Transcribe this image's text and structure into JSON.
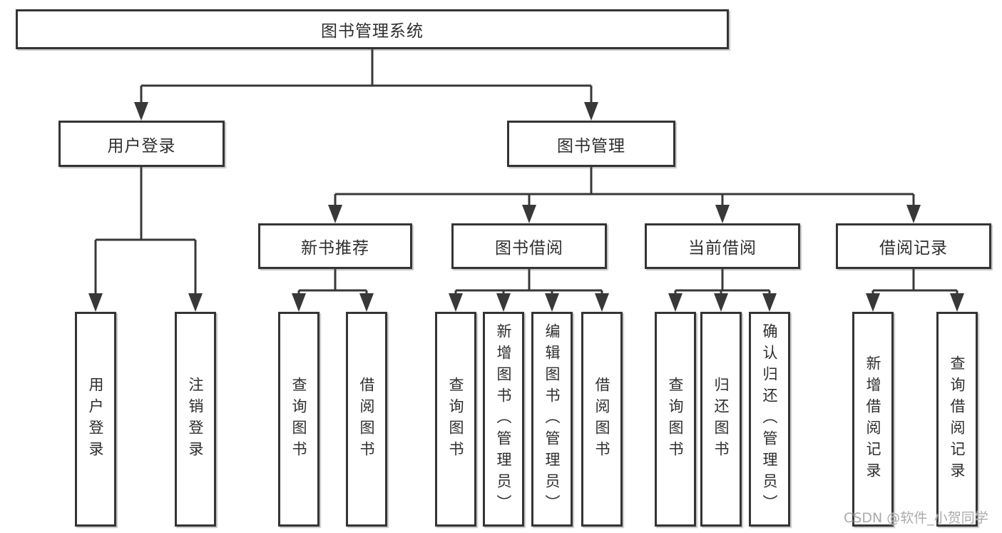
{
  "diagram": {
    "root": {
      "label": "图书管理系统"
    },
    "user_login": {
      "label": "用户登录",
      "children": {
        "login": {
          "label": "用户登录"
        },
        "logout": {
          "label": "注销登录"
        }
      }
    },
    "book_management": {
      "label": "图书管理",
      "sections": {
        "new_book_recommend": {
          "label": "新书推荐",
          "children": {
            "query_books": {
              "label": "查询图书"
            },
            "borrow_books": {
              "label": "借阅图书"
            }
          }
        },
        "book_borrowing": {
          "label": "图书借阅",
          "children": {
            "query_books": {
              "label": "查询图书"
            },
            "add_books": {
              "label": "新增图书（管理员）"
            },
            "edit_books": {
              "label": "编辑图书（管理员）"
            },
            "borrow_books": {
              "label": "借阅图书"
            }
          }
        },
        "current_borrowing": {
          "label": "当前借阅",
          "children": {
            "query_books": {
              "label": "查询图书"
            },
            "return_books": {
              "label": "归还图书"
            },
            "confirm_return": {
              "label": "确认归还（管理员）"
            }
          }
        },
        "borrowing_records": {
          "label": "借阅记录",
          "children": {
            "add_record": {
              "label": "新增借阅记录"
            },
            "query_record": {
              "label": "查询借阅记录"
            }
          }
        }
      }
    }
  },
  "watermark": {
    "text": "CSDN @软件_小贺同学"
  },
  "colors": {
    "background": "#ffffff",
    "line": "#383838",
    "box_border": "#343434",
    "text": "#2e2e2e",
    "watermark": "#ababab"
  }
}
